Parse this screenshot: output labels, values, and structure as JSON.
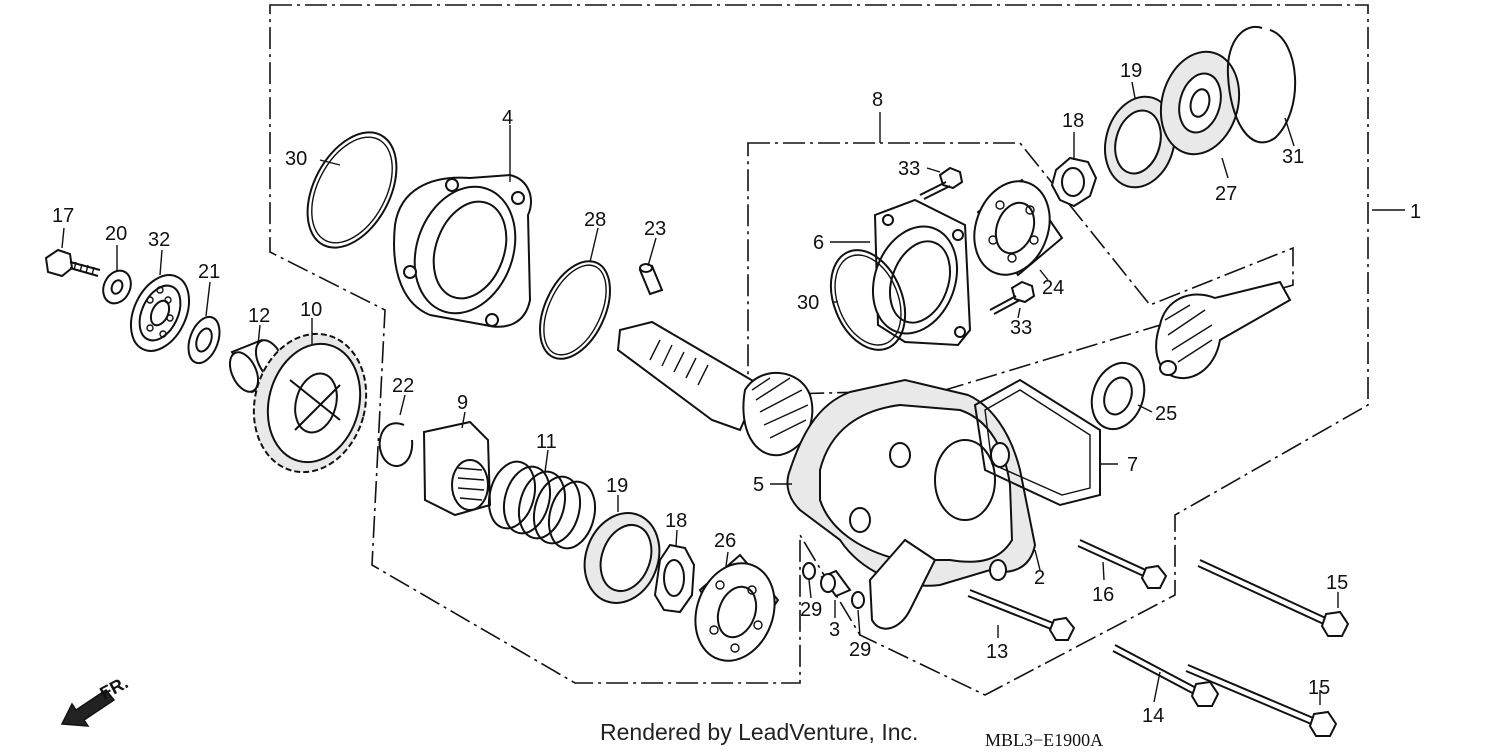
{
  "diagram": {
    "credit": "Rendered by LeadVenture, Inc.",
    "code": "MBL3−E1900A",
    "front_indicator": "FR.",
    "callouts": {
      "c1": "1",
      "c2": "2",
      "c3": "3",
      "c4": "4",
      "c5": "5",
      "c6": "6",
      "c7": "7",
      "c8": "8",
      "c9": "9",
      "c10": "10",
      "c11": "11",
      "c12": "12",
      "c13": "13",
      "c14": "14",
      "c15a": "15",
      "c15b": "15",
      "c16": "16",
      "c17": "17",
      "c18a": "18",
      "c18b": "18",
      "c19a": "19",
      "c19b": "19",
      "c20": "20",
      "c21": "21",
      "c22": "22",
      "c23": "23",
      "c24": "24",
      "c25": "25",
      "c26": "26",
      "c27": "27",
      "c28": "28",
      "c29a": "29",
      "c29b": "29",
      "c30a": "30",
      "c30b": "30",
      "c31": "31",
      "c32": "32",
      "c33a": "33",
      "c33b": "33"
    }
  }
}
